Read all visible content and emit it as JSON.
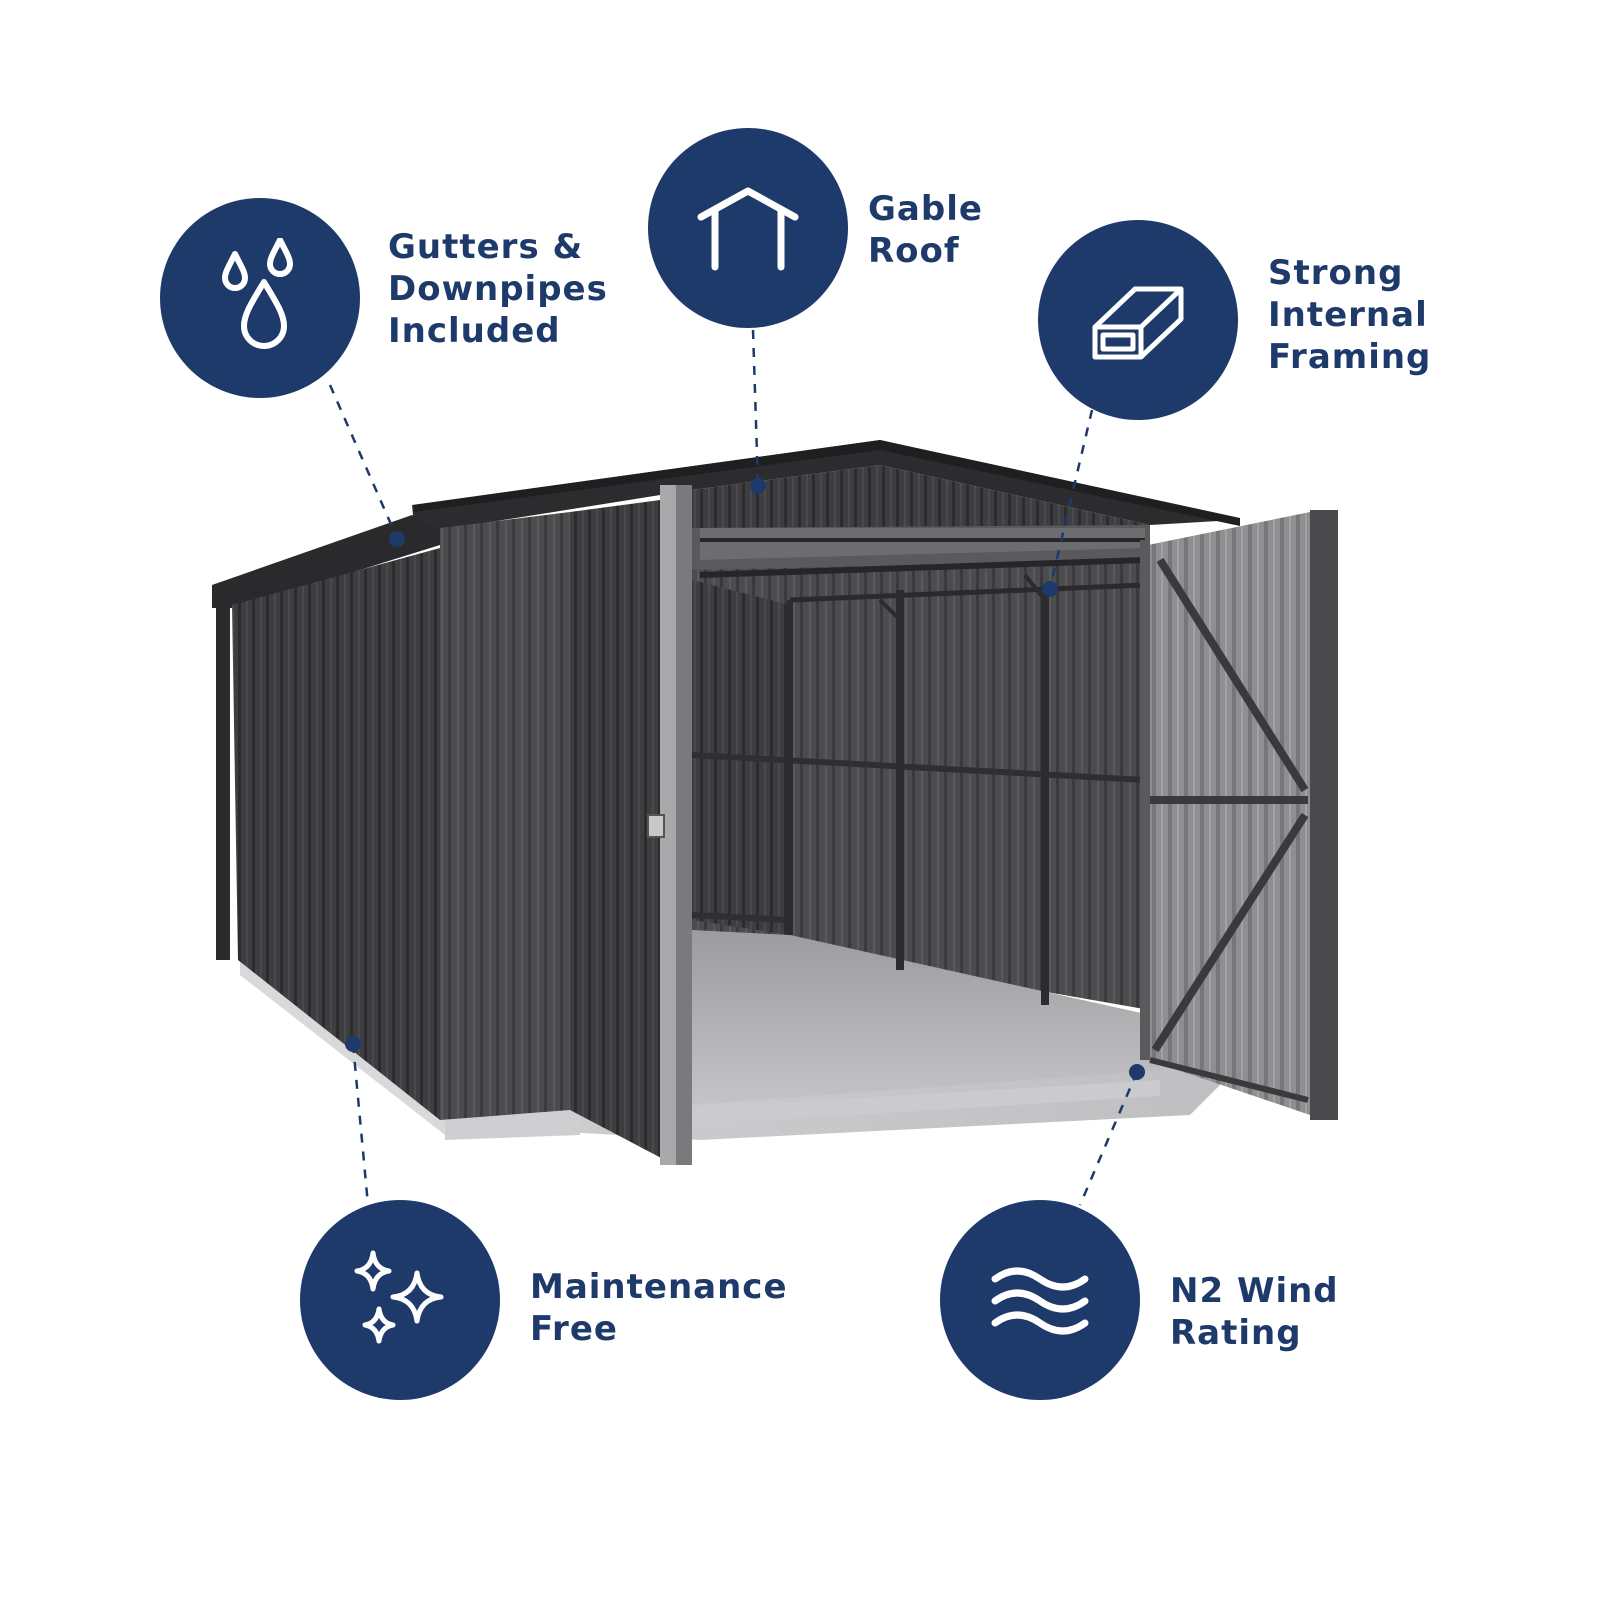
{
  "theme": {
    "accent": "#1e3a6a",
    "icon_stroke": "#ffffff",
    "shed_dark": "#3d3d40",
    "shed_light": "#8a8a8c"
  },
  "features": [
    {
      "id": "gutters",
      "icon": "water-drops-icon",
      "lines": [
        "Gutters &",
        "Downpipes",
        "Included"
      ]
    },
    {
      "id": "gable-roof",
      "icon": "gable-roof-icon",
      "lines": [
        "Gable",
        "Roof"
      ]
    },
    {
      "id": "framing",
      "icon": "box-section-beam-icon",
      "lines": [
        "Strong",
        "Internal",
        "Framing"
      ]
    },
    {
      "id": "maintenance",
      "icon": "sparkles-icon",
      "lines": [
        "Maintenance",
        "Free"
      ]
    },
    {
      "id": "wind",
      "icon": "wind-waves-icon",
      "lines": [
        "N2 Wind",
        "Rating"
      ]
    }
  ]
}
